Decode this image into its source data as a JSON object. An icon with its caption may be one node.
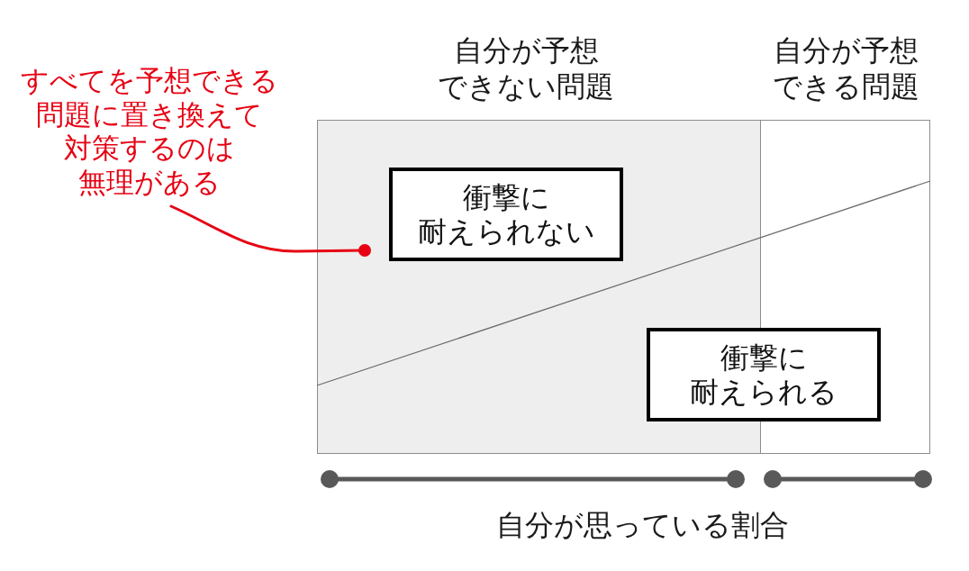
{
  "diagram": {
    "nodes": [
      {
        "text": [
          "自分が予想できない問題"
        ]
      },
      {
        "text": [
          "自分が予想できる問題"
        ]
      },
      {
        "text": [
          "衝撃に耐えられない"
        ],
        "in": 0
      },
      {
        "text": [
          "衝撃に耐えられる"
        ]
      },
      {
        "text": [
          "すべてを予想できる問題に置き換えて対策するのは無理がある"
        ]
      }
    ],
    "edges": [
      {
        "from": 4,
        "to": 0,
        "arrow": "other",
        "color": "#e60012"
      }
    ],
    "labels": [
      "自分が思っている割合"
    ]
  }
}
